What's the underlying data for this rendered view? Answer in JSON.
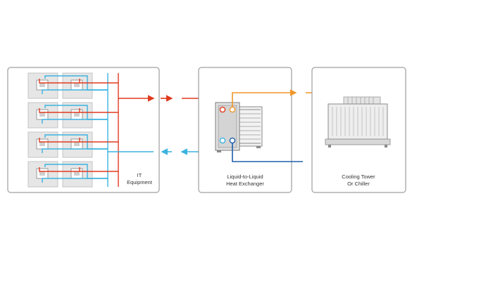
{
  "panels": {
    "it": {
      "label_line1": "IT",
      "label_line2": "Equipment"
    },
    "hx": {
      "label_line1": "Liquid-to-Liquid",
      "label_line2": "Heat Exchanger"
    },
    "tower": {
      "label_line1": "Cooling Tower",
      "label_line2": "Or Chiller"
    }
  },
  "colors": {
    "hot_loop": "#e03a1e",
    "cold_loop": "#3bb3e0",
    "warm_facility": "#f0962a",
    "cool_facility": "#1f5fae",
    "panel_border": "#8a8a8a",
    "panel_fill": "#ffffff",
    "server_fill": "#e6e6e6"
  },
  "icons": {
    "server_chip": "chip-icon",
    "heat_exchanger": "plate-heat-exchanger-icon",
    "cooling_tower": "cooling-tower-icon"
  }
}
